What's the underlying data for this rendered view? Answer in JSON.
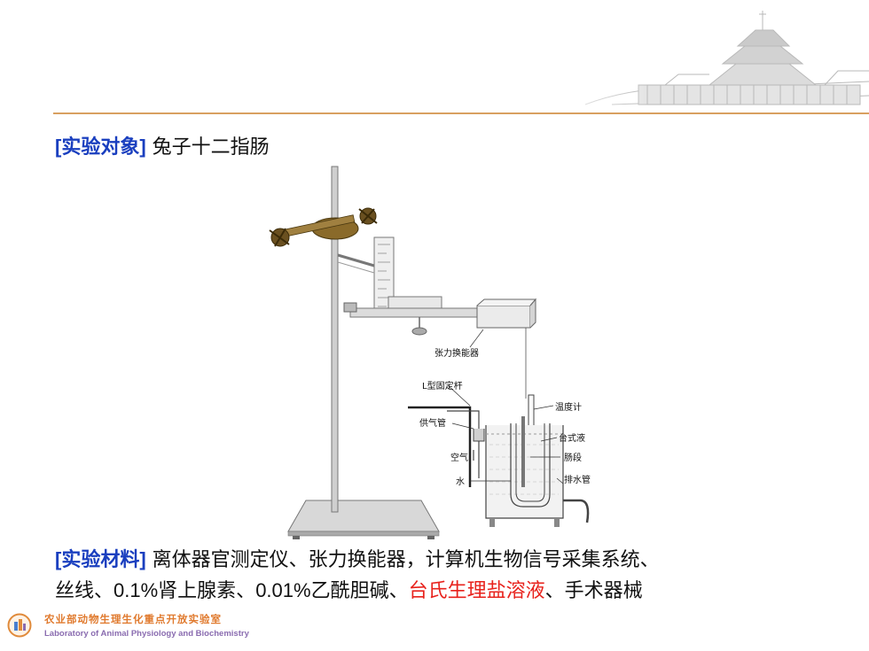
{
  "heading": {
    "tag": "[实验对象]",
    "text": "兔子十二指肠"
  },
  "diagram": {
    "labels": {
      "transducer": "张力换能器",
      "l_rod": "L型固定杆",
      "thermometer": "温度计",
      "gas_tube": "供气管",
      "tyrode": "台式液",
      "air": "空气",
      "intestine": "肠段",
      "water": "水",
      "drain": "排水管"
    }
  },
  "materials": {
    "tag": "[实验材料]",
    "line1": "离体器官测定仪、张力换能器，计算机生物信号采集系统、",
    "line2_a": "丝线、",
    "line2_b": "0.1%",
    "line2_c": "肾上腺素、",
    "line2_d": "0.01%",
    "line2_e": "乙酰胆碱、",
    "line2_highlight": "台氏生理盐溶液",
    "line2_f": "、手术器械"
  },
  "footer": {
    "cn": "农业部动物生理生化重点开放实验室",
    "en": "Laboratory of Animal Physiology and Biochemistry"
  },
  "colors": {
    "tag_blue": "#1a3fbf",
    "highlight_red": "#e8221c",
    "rule_orange": "#d8a060"
  }
}
